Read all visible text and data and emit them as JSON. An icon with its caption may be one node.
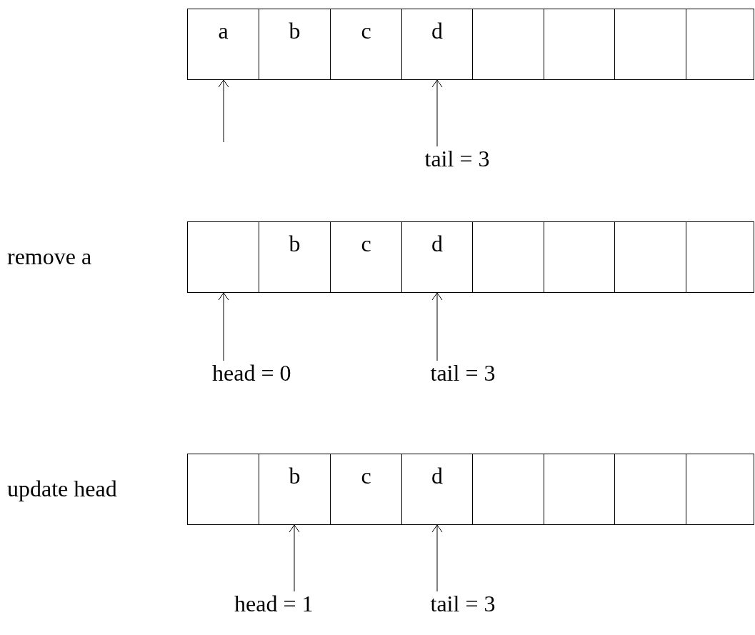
{
  "diagram": {
    "nodes": [
      {
        "text": [
          "a"
        ]
      },
      {
        "text": [
          "b"
        ]
      },
      {
        "text": [
          "c"
        ]
      },
      {
        "text": [
          "d"
        ]
      },
      {
        "text": [],
        "shape": "box"
      },
      {
        "text": [],
        "shape": "box"
      },
      {
        "text": [],
        "shape": "box"
      },
      {
        "text": [],
        "shape": "box"
      },
      {
        "text": [
          "tail = 3"
        ]
      },
      {
        "text": [],
        "shape": "box"
      },
      {
        "text": [
          "b"
        ]
      },
      {
        "text": [
          "c"
        ]
      },
      {
        "text": [
          "d"
        ]
      },
      {
        "text": [],
        "shape": "box"
      },
      {
        "text": [],
        "shape": "box"
      },
      {
        "text": [],
        "shape": "box"
      },
      {
        "text": [],
        "shape": "box"
      },
      {
        "text": [
          "head = 0"
        ]
      },
      {
        "text": [
          "tail = 3"
        ]
      },
      {
        "text": [],
        "shape": "box"
      },
      {
        "text": [
          "b"
        ]
      },
      {
        "text": [
          "c"
        ]
      },
      {
        "text": [
          "d"
        ]
      },
      {
        "text": [],
        "shape": "box"
      },
      {
        "text": [],
        "shape": "box"
      },
      {
        "text": [],
        "shape": "box"
      },
      {
        "text": [],
        "shape": "box"
      },
      {
        "text": [
          "head = 1"
        ]
      },
      {
        "text": [
          "tail = 3"
        ]
      }
    ],
    "edges": [
      {
        "from": null,
        "to": 0,
        "arrow": "to"
      },
      {
        "from": 8,
        "to": 3,
        "arrow": "to"
      },
      {
        "from": 17,
        "to": 9,
        "arrow": "to"
      },
      {
        "from": 18,
        "to": 12,
        "arrow": "to"
      },
      {
        "from": 27,
        "to": 20,
        "arrow": "to"
      },
      {
        "from": 28,
        "to": 22,
        "arrow": "to"
      }
    ],
    "labels": [
      "remove a",
      "update head"
    ]
  }
}
